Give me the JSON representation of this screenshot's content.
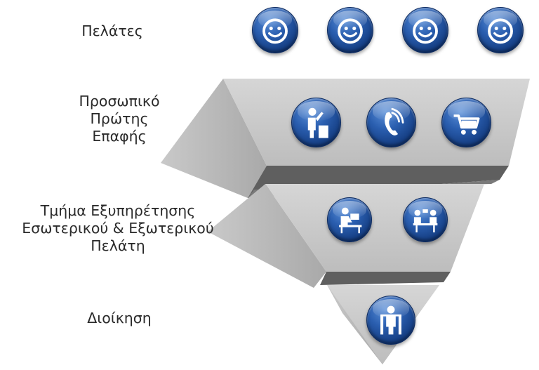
{
  "tiers": [
    {
      "label_lines": [
        "Πελάτες"
      ],
      "icons": [
        "smiley-icon",
        "smiley-icon",
        "smiley-icon",
        "smiley-icon"
      ]
    },
    {
      "label_lines": [
        "Προσωπικό",
        "Πρώτης",
        "Επαφής"
      ],
      "icons": [
        "receptionist-icon",
        "phone-icon",
        "shopping-cart-icon"
      ]
    },
    {
      "label_lines": [
        "Τμήμα Εξυπηρέτησης",
        "Εσωτερικού & Εξωτερικού",
        "Πελάτη"
      ],
      "icons": [
        "desk-worker-icon",
        "meeting-icon"
      ]
    },
    {
      "label_lines": [
        "Διοίκηση"
      ],
      "icons": [
        "manager-icon"
      ]
    }
  ],
  "colors": {
    "icon_blue": "#1f4f9c",
    "pyramid_top": "#c6c6c6",
    "pyramid_side": "#989898",
    "pyramid_dark": "#5d5d5d"
  }
}
